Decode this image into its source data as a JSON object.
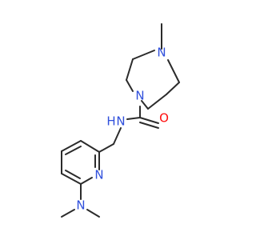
{
  "molecule": {
    "atom_labels": {
      "n_methyl_ring": "N",
      "n_ring_amide": "N",
      "o_carbonyl": "O",
      "n_amide_h": "N",
      "h_amide": "H",
      "n_pyridine": "N",
      "n_dimethylamino": "N"
    },
    "colors": {
      "bond": "#2b2b2b",
      "nitrogen": "#2f4fdc",
      "oxygen": "#ff0d0d",
      "background": "#ffffff"
    }
  }
}
